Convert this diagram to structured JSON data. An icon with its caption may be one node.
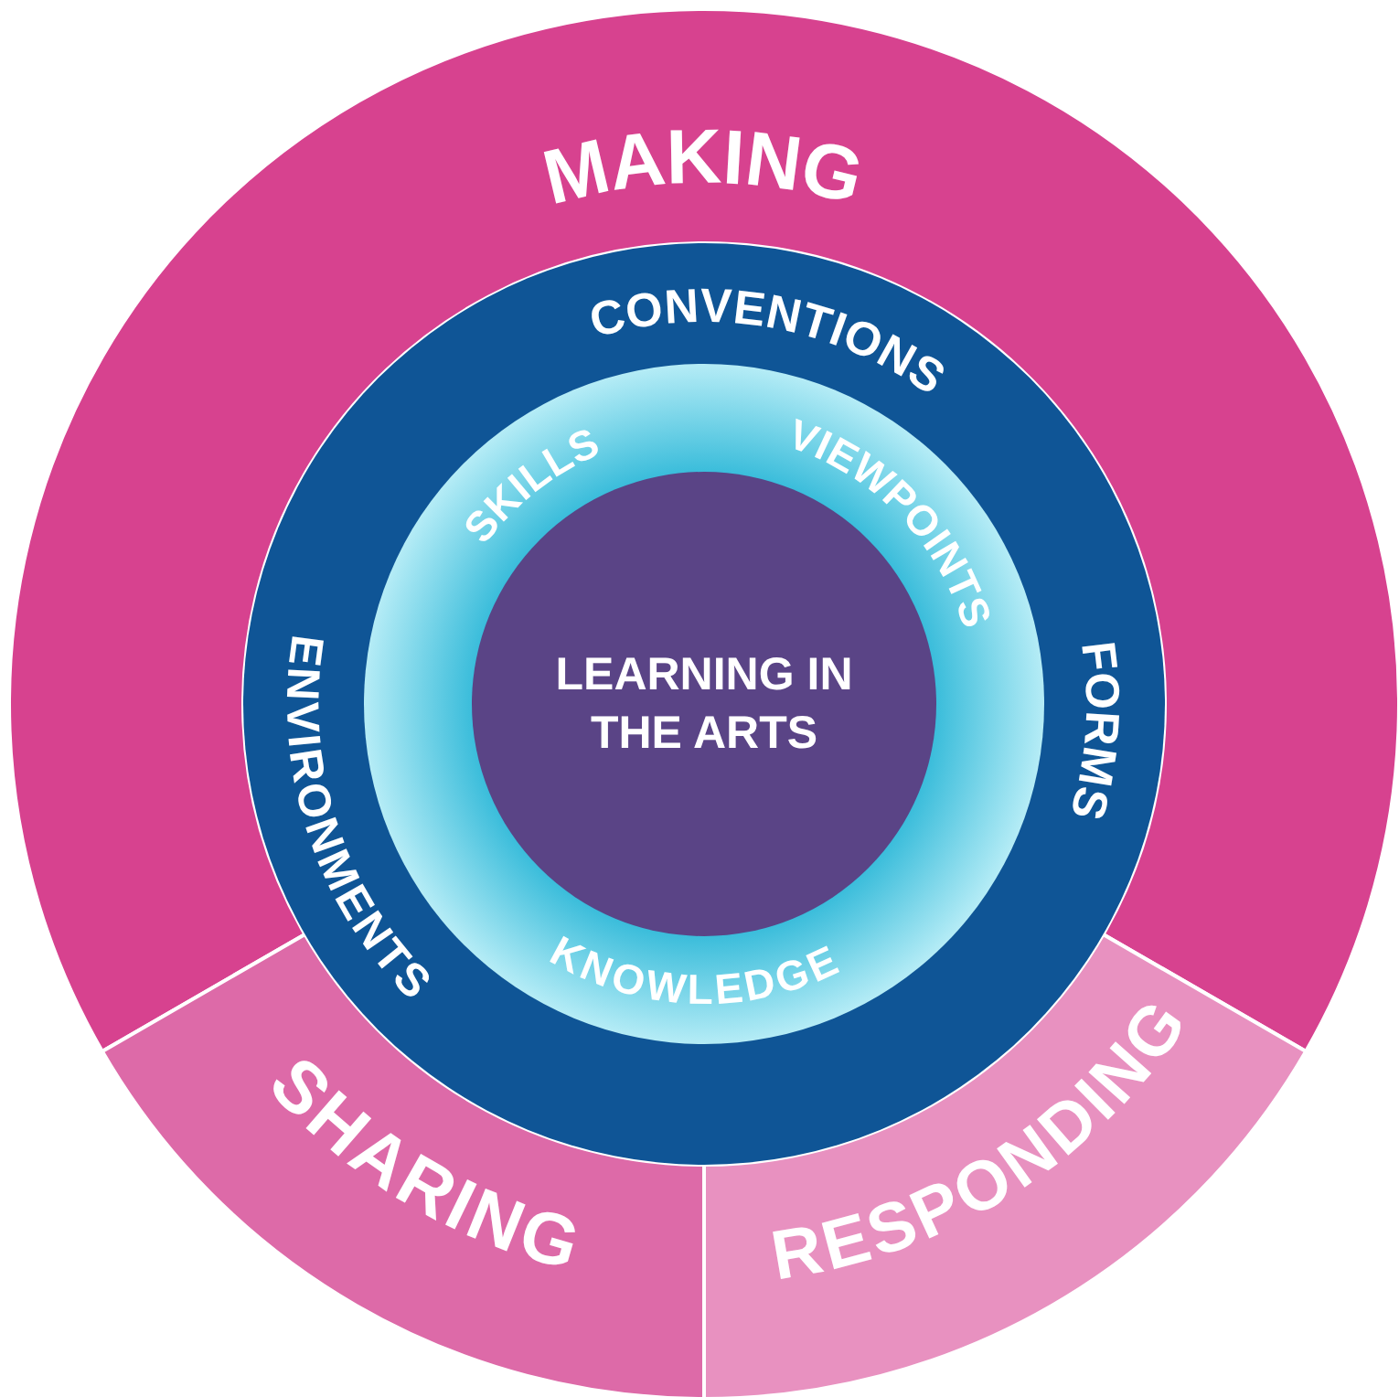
{
  "diagram": {
    "nodes": [
      {
        "text": [
          "MAKING"
        ]
      },
      {
        "text": [
          "SHARING"
        ]
      },
      {
        "text": [
          "RESPONDING"
        ]
      },
      {
        "text": [
          "CONVENTIONS",
          "ENVIRONMENTS",
          "FORMS"
        ]
      },
      {
        "text": [
          "SKILLS",
          "VIEWPOINTS",
          "KNOWLEDGE"
        ],
        "in": 3
      },
      {
        "text": [
          "LEARNING IN THE ARTS"
        ],
        "in": 4
      }
    ]
  }
}
